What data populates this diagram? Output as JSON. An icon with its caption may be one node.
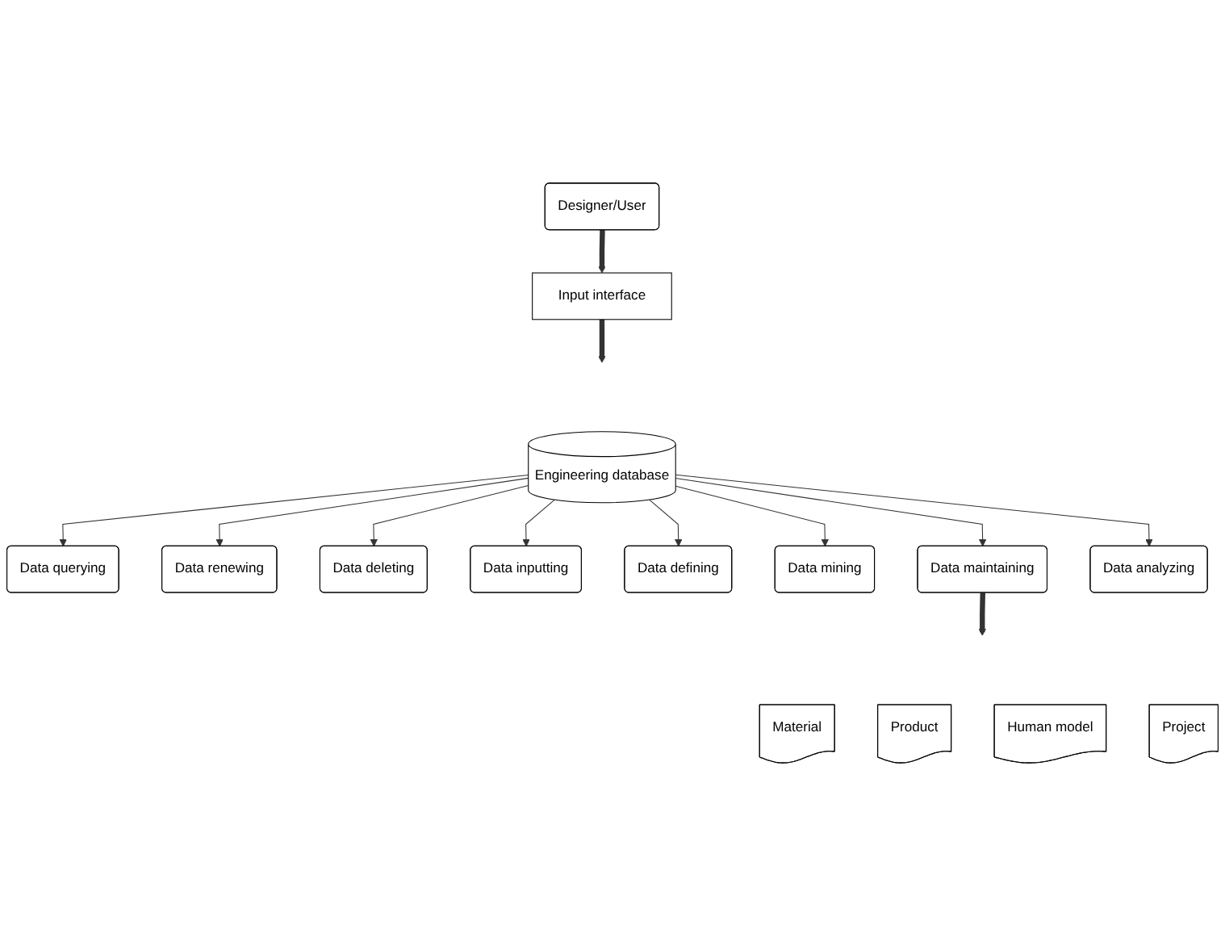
{
  "diagram": {
    "nodes": [
      {
        "text": [
          "Designer/User"
        ]
      },
      {
        "text": [
          "Input interface"
        ]
      },
      {
        "text": [
          "Data querying"
        ]
      },
      {
        "text": [
          "Data renewing"
        ]
      },
      {
        "text": [
          "Data deleting"
        ]
      },
      {
        "text": [
          "Data inputting"
        ]
      },
      {
        "text": [
          "Engineering database"
        ]
      },
      {
        "text": [
          "Data defining"
        ]
      },
      {
        "text": [
          "Data mining"
        ]
      },
      {
        "text": [
          "Data maintaining"
        ]
      },
      {
        "text": [
          "Data analyzing"
        ]
      },
      {
        "text": [
          "Material"
        ]
      },
      {
        "text": [
          "Product"
        ]
      },
      {
        "text": [
          "Human model"
        ]
      },
      {
        "text": [
          "Project"
        ]
      }
    ],
    "edges": [
      {
        "from": 0,
        "to": 1,
        "arrow": "to",
        "style": "thick"
      },
      {
        "from": 1,
        "to": null,
        "arrow": "to",
        "style": "thick"
      },
      {
        "from": 6,
        "to": 2,
        "arrow": "to"
      },
      {
        "from": 6,
        "to": 3,
        "arrow": "to"
      },
      {
        "from": 6,
        "to": 4,
        "arrow": "to"
      },
      {
        "from": 6,
        "to": 5,
        "arrow": "to"
      },
      {
        "from": 6,
        "to": 7,
        "arrow": "to"
      },
      {
        "from": 6,
        "to": 8,
        "arrow": "to"
      },
      {
        "from": 6,
        "to": 9,
        "arrow": "to"
      },
      {
        "from": 6,
        "to": 10,
        "arrow": "to"
      },
      {
        "from": 9,
        "to": null,
        "arrow": "to",
        "style": "thick"
      }
    ]
  }
}
